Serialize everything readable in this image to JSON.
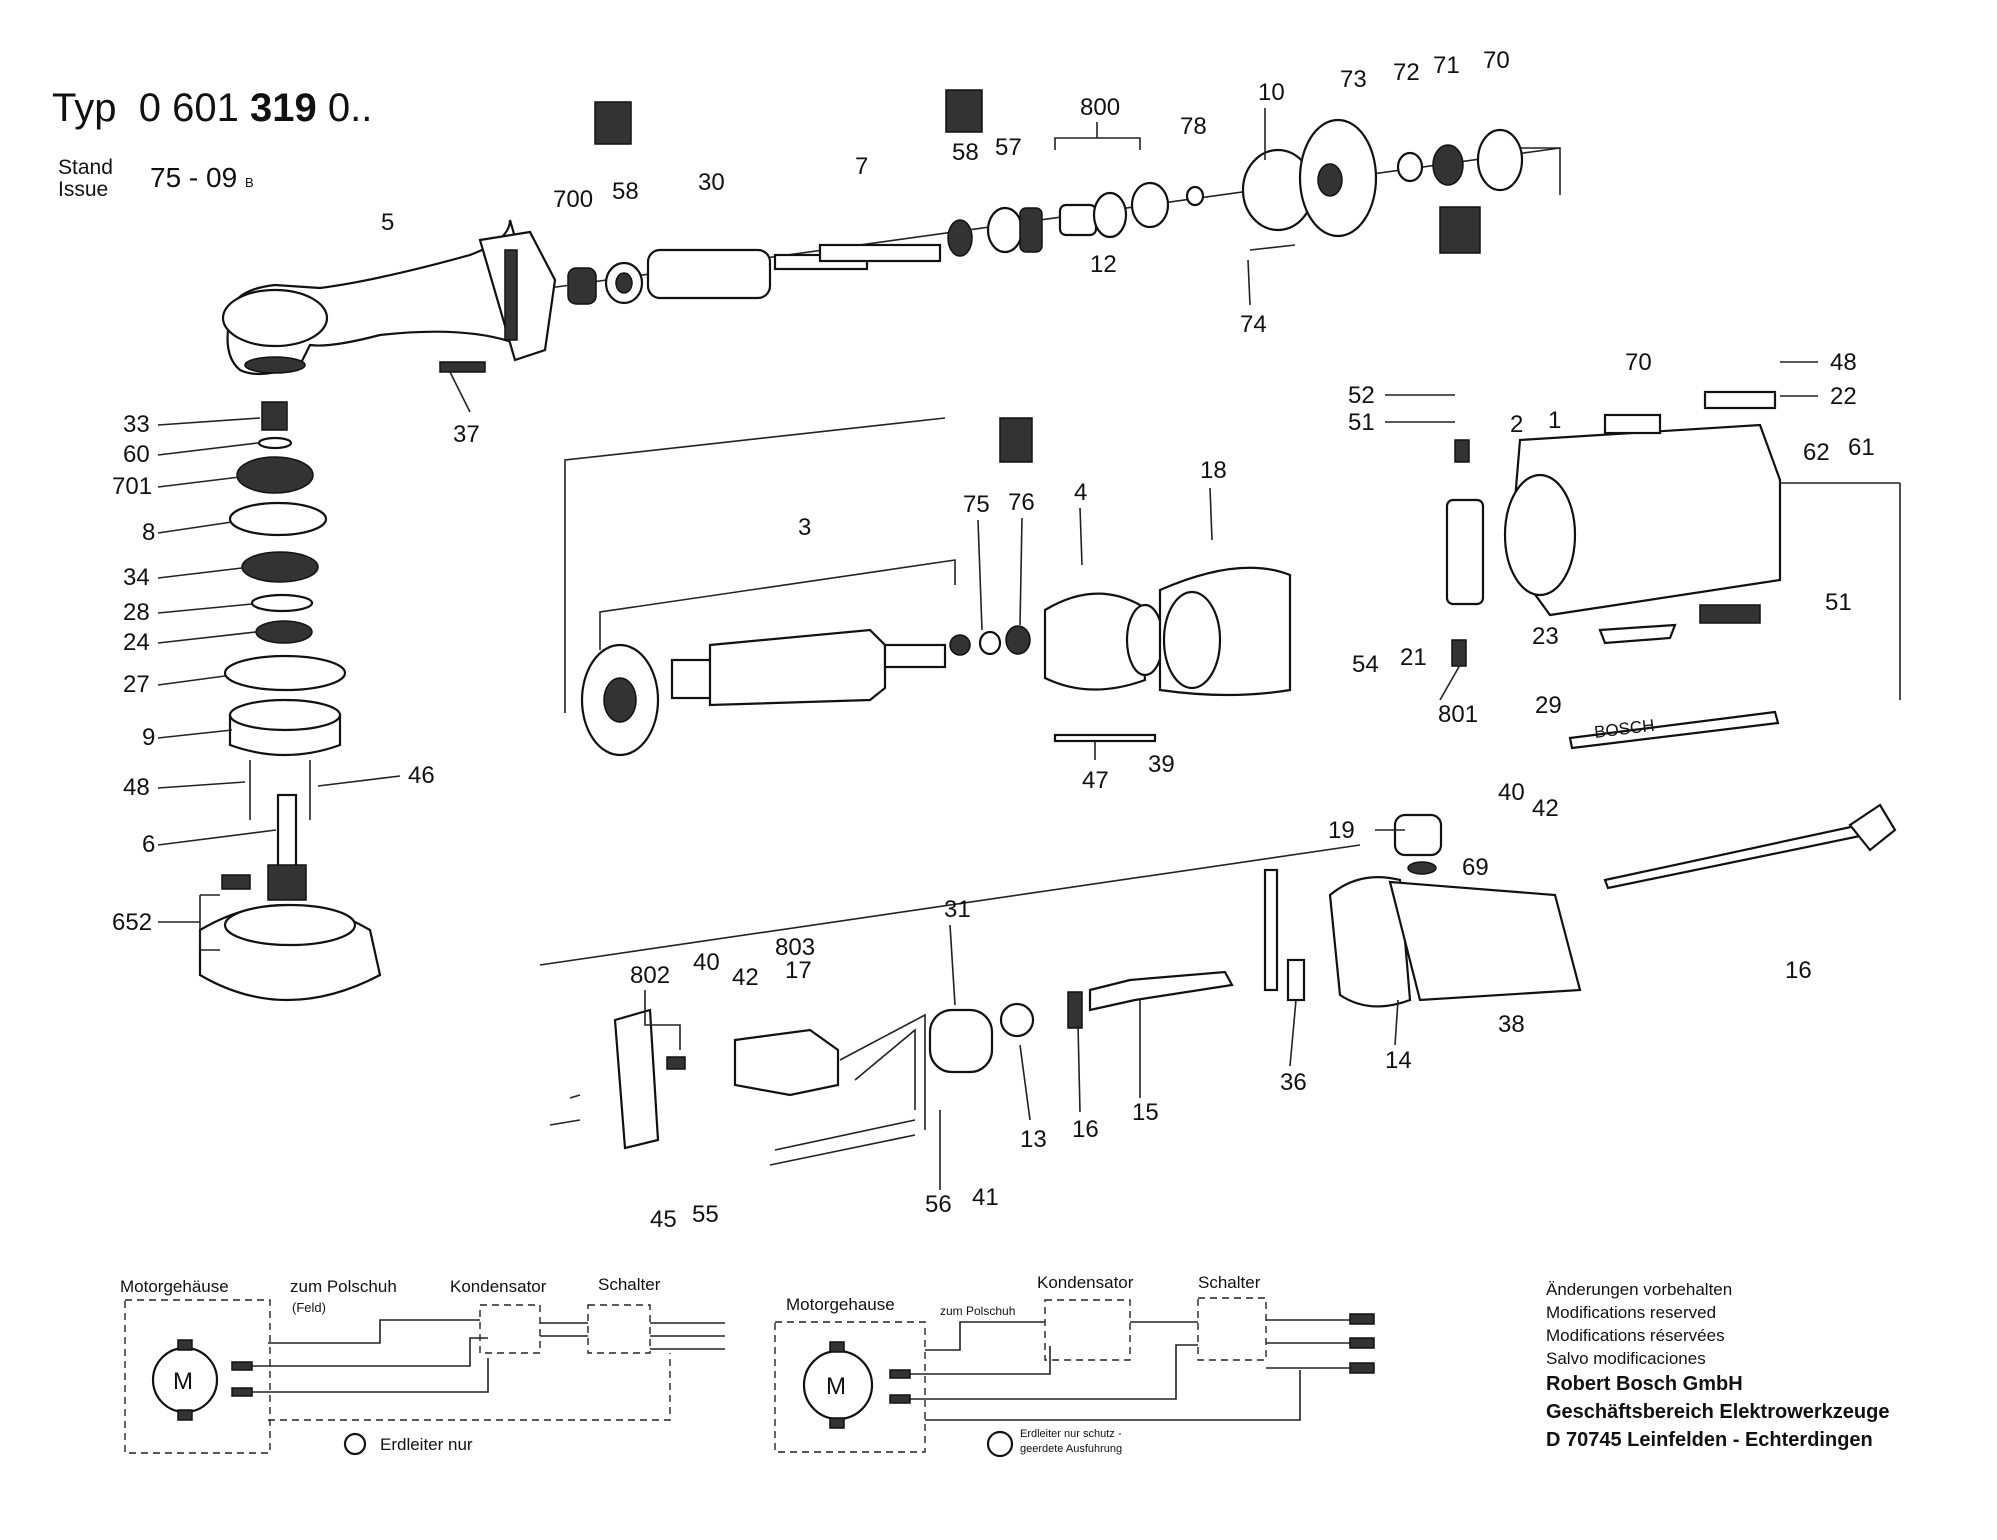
{
  "header": {
    "typ_label": "Typ",
    "typ_prefix": "0 601",
    "typ_bold": "319",
    "typ_suffix": "0..",
    "stand_label": "Stand",
    "issue_label": "Issue",
    "issue_value": "75 - 09",
    "issue_suffix": "B"
  },
  "diagram_labels": {
    "l5": "5",
    "l700": "700",
    "l58a": "58",
    "l30": "30",
    "l7": "7",
    "l58b": "58",
    "l57": "57",
    "l800": "800",
    "l12": "12",
    "l78": "78",
    "l10": "10",
    "l73": "73",
    "l72": "72",
    "l71": "71",
    "l70a": "70",
    "l74": "74",
    "l37": "37",
    "l33": "33",
    "l60": "60",
    "l701": "701",
    "l8": "8",
    "l34": "34",
    "l28": "28",
    "l24": "24",
    "l27": "27",
    "l9": "9",
    "l48a": "48",
    "l46": "46",
    "l6": "6",
    "l652": "652",
    "l3": "3",
    "l75": "75",
    "l76": "76",
    "l4": "4",
    "l18": "18",
    "l47": "47",
    "l39": "39",
    "l52": "52",
    "l51a": "51",
    "l2": "2",
    "l1": "1",
    "l70b": "70",
    "l48b": "48",
    "l22": "22",
    "l62": "62",
    "l61": "61",
    "l51b": "51",
    "l54": "54",
    "l21": "21",
    "l801": "801",
    "l23": "23",
    "l29": "29",
    "l40a": "40",
    "l42a": "42",
    "l19": "19",
    "l69": "69",
    "l16a": "16",
    "l31": "31",
    "l803": "803",
    "l17": "17",
    "l802": "802",
    "l40b": "40",
    "l42b": "42",
    "l13": "13",
    "l16b": "16",
    "l15": "15",
    "l36": "36",
    "l14": "14",
    "l38": "38",
    "l56": "56",
    "l41": "41",
    "l45": "45",
    "l55": "55"
  },
  "strip_text": "BOSCH",
  "wiring": {
    "left": {
      "motor_housing": "Motorgehäuse",
      "pole_shoe": "zum Polschuh",
      "pole_shoe_sub": "(Feld)",
      "capacitor": "Kondensator",
      "switch": "Schalter",
      "motor": "M",
      "ground": "Erdleiter nur"
    },
    "right": {
      "motor_housing": "Motorgehause",
      "pole_shoe": "zum Polschuh",
      "capacitor": "Kondensator",
      "switch": "Schalter",
      "motor": "M",
      "ground_line1": "Erdleiter nur schutz -",
      "ground_line2": "geerdete Ausfuhrung"
    }
  },
  "legal": {
    "line1": "Änderungen vorbehalten",
    "line2": "Modifications reserved",
    "line3": "Modifications réservées",
    "line4": "Salvo modificaciones",
    "company": "Robert Bosch GmbH",
    "division": "Geschäftsbereich Elektrowerkzeuge",
    "address": "D 70745 Leinfelden - Echterdingen"
  }
}
